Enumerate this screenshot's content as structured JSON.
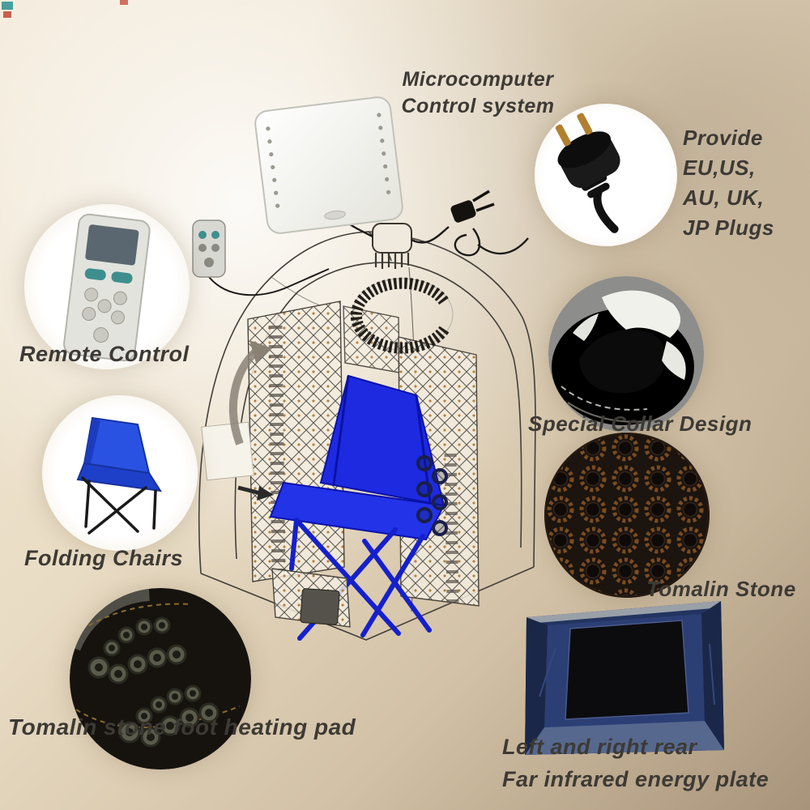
{
  "labels": {
    "microcomputer": {
      "l1": "Microcomputer",
      "l2": "Control system"
    },
    "plugs": {
      "l1": "Provide",
      "l2": "EU,US,",
      "l3": "AU, UK,",
      "l4": "JP Plugs"
    },
    "remote": {
      "l1": "Remote Control"
    },
    "collar": {
      "l1": "Special Collar Design"
    },
    "chairs": {
      "l1": "Folding Chairs"
    },
    "stone": {
      "l1": "Tomalin Stone"
    },
    "footpad": {
      "l1": "Tomalin stone foot heating pad"
    },
    "plate": {
      "l1": "Left and right rear",
      "l2": "Far infrared energy plate"
    }
  },
  "images": {
    "control_box": "microcomputer-control-box-photo",
    "remote": "remote-control-photo",
    "chair": "folding-chair-photo",
    "footpad": "tomalin-stone-foot-heating-pad-photo",
    "plug": "eu-power-plug-photo",
    "collar": "special-collar-photo",
    "stone": "tomalin-stone-texture-photo",
    "plate": "tent-interior-energy-plate-photo",
    "scene": "portable-sauna-tent-line-drawing"
  },
  "colors": {
    "label_text": "#3d3a35",
    "chair_blue": "#1d2ae0",
    "background_light": "#f4ebda",
    "background_dark": "#a8957b",
    "stone_ring_brown": "#7a4d22",
    "plug_pin_brass": "#b08030",
    "tent_interior_navy": "#243461",
    "teal_button": "#3f8e8e"
  }
}
